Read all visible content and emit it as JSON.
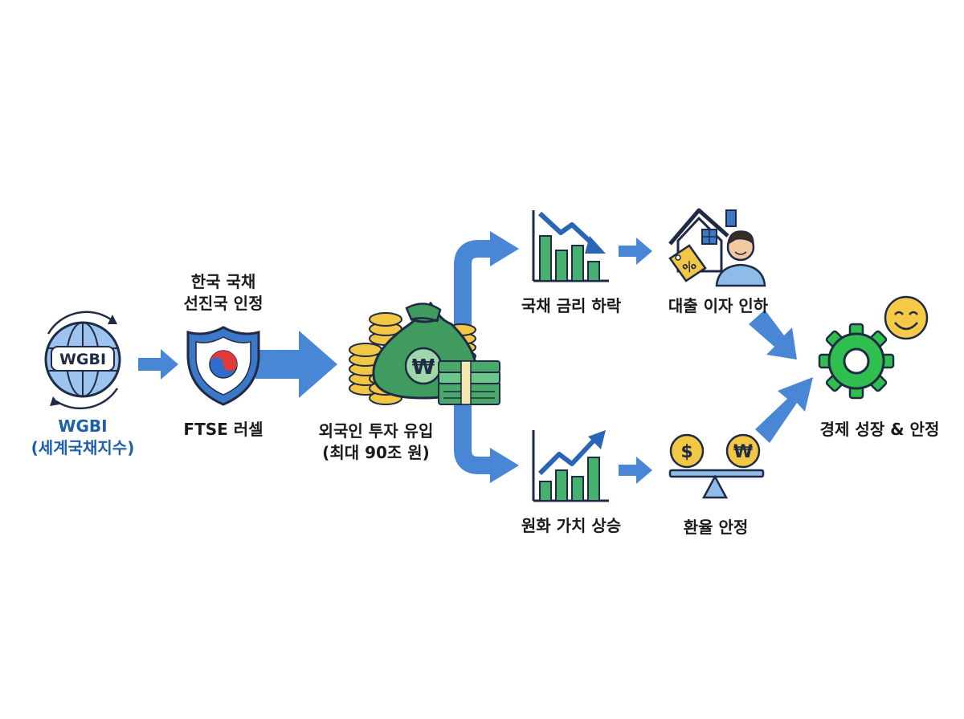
{
  "nodes": {
    "wgbi": {
      "icon_text": "WGBI",
      "label_line1": "WGBI",
      "label_line2": "(세계국채지수)"
    },
    "ftse": {
      "top_line1": "한국 국채",
      "top_line2": "선진국 인정",
      "label": "FTSE 러셀"
    },
    "inflow": {
      "icon_symbol": "₩",
      "label_line1": "외국인 투자 유입",
      "label_line2": "(최대 90조 원)"
    },
    "rate_down": {
      "label": "국채 금리 하락"
    },
    "loan": {
      "icon_symbol": "%",
      "label": "대출 이자 인하"
    },
    "won_up": {
      "label": "원화 가치 상승"
    },
    "fx": {
      "coin1": "$",
      "coin2": "₩",
      "label": "환율 안정"
    },
    "growth": {
      "label": "경제 성장 & 안정"
    }
  },
  "colors": {
    "arrow": "#4a86d6",
    "outline": "#1f2a44",
    "bar_green": "#46b06e",
    "coin": "#f2c744",
    "gear": "#2fbf4f",
    "globe": "#8fbbe9",
    "accent_blue": "#1d5fa8"
  }
}
